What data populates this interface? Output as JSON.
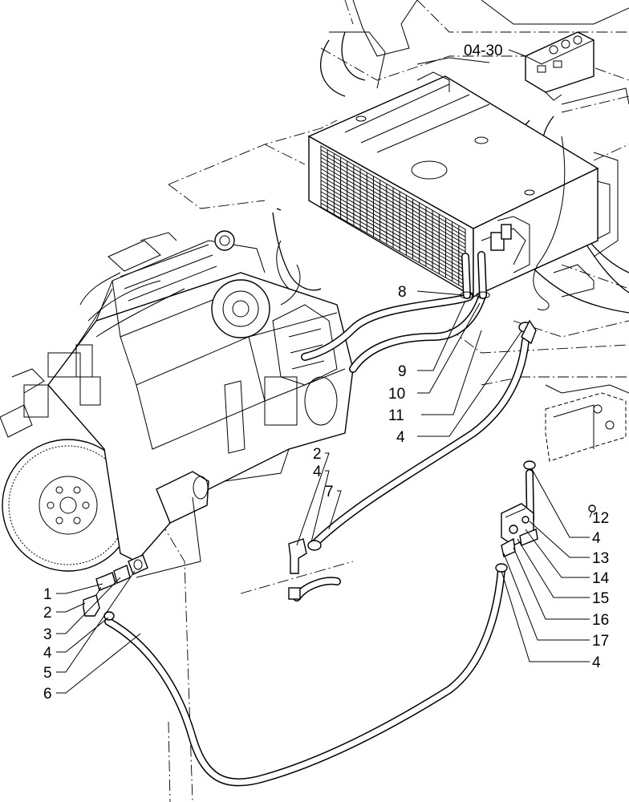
{
  "callouts": [
    {
      "id": "c-04-30",
      "text": "04-30"
    },
    {
      "id": "c-8",
      "text": "8"
    },
    {
      "id": "c-9",
      "text": "9"
    },
    {
      "id": "c-10",
      "text": "10"
    },
    {
      "id": "c-11",
      "text": "11"
    },
    {
      "id": "c-4a",
      "text": "4"
    },
    {
      "id": "c-2a",
      "text": "2"
    },
    {
      "id": "c-4b",
      "text": "4"
    },
    {
      "id": "c-7",
      "text": "7"
    },
    {
      "id": "c-12",
      "text": "12"
    },
    {
      "id": "c-4c",
      "text": "4"
    },
    {
      "id": "c-13",
      "text": "13"
    },
    {
      "id": "c-14",
      "text": "14"
    },
    {
      "id": "c-15",
      "text": "15"
    },
    {
      "id": "c-16",
      "text": "16"
    },
    {
      "id": "c-17",
      "text": "17"
    },
    {
      "id": "c-4d",
      "text": "4"
    },
    {
      "id": "c-1",
      "text": "1"
    },
    {
      "id": "c-2b",
      "text": "2"
    },
    {
      "id": "c-3",
      "text": "3"
    },
    {
      "id": "c-4e",
      "text": "4"
    },
    {
      "id": "c-5",
      "text": "5"
    },
    {
      "id": "c-6",
      "text": "6"
    }
  ]
}
